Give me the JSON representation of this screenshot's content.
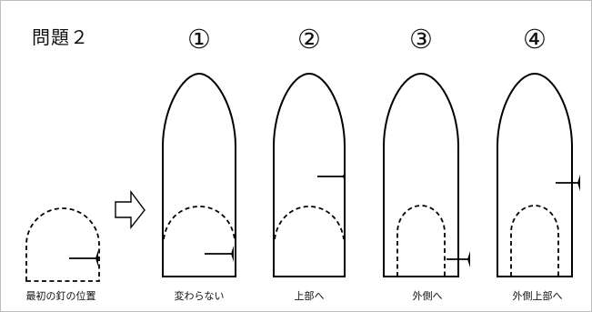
{
  "title": "問題２",
  "initial_caption": "最初の釘の位置",
  "options": [
    {
      "number": "①",
      "caption": "変わらない"
    },
    {
      "number": "②",
      "caption": "上部へ"
    },
    {
      "number": "③",
      "caption": "外側へ"
    },
    {
      "number": "④",
      "caption": "外側上部へ"
    }
  ],
  "colors": {
    "stroke": "#000000",
    "arrow_fill": "#ffffff"
  }
}
